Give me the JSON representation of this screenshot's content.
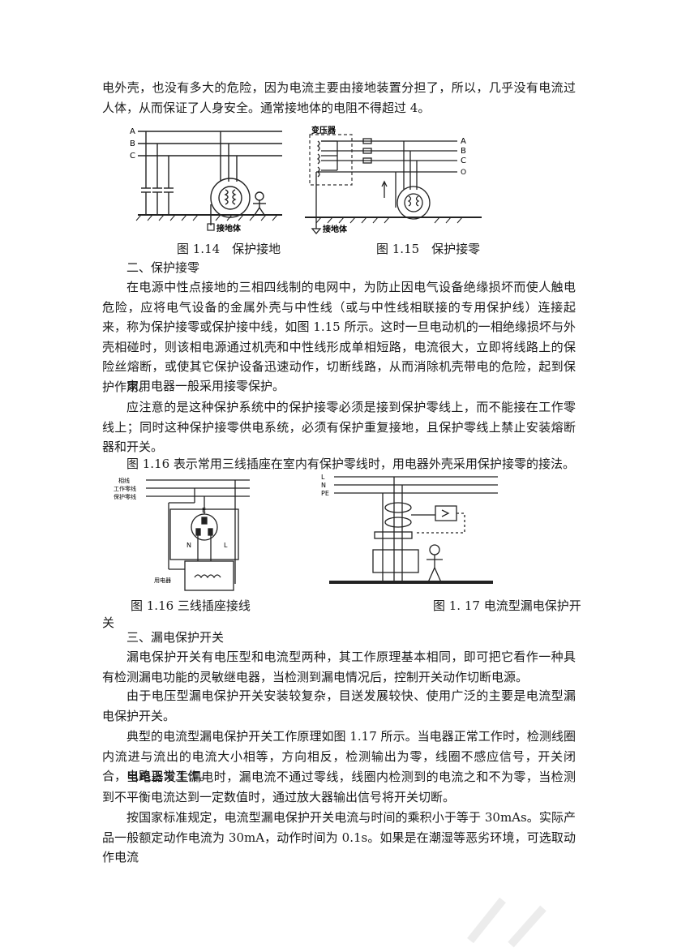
{
  "paragraphs": {
    "p1": "电外壳，也没有多大的危险，因为电流主要由接地装置分担了，所以，几乎没有电流过人体，从而保证了人身安全。通常接地体的电阻不得超过 4。",
    "heading2": "二、保护接零",
    "p2": "在电源中性点接地的三相四线制的电网中，为防止因电气设备绝缘损坏而使人触电危险，应将电气设备的金属外壳与中性线（或与中性线相联接的专用保护线）连接起来，称为保护接零或保护接中线，如图 1.15 所示。这时一旦电动机的一相绝缘损坏与外壳相碰时，则该相电源通过机壳和中性线形成单相短路，电流很大，立即将线路上的保险丝熔断，或使其它保护设备迅速动作，切断线路，从而消除机壳带电的危险，起到保护作用。",
    "p3": "家用电器一般采用接零保护。",
    "p4": "应注意的是这种保护系统中的保护接零必须是接到保护零线上，而不能接在工作零线上；同时这种保护接零供电系统，必须有保护重复接地，且保护零线上禁止安装熔断器和开关。",
    "p5": "图 1.16 表示常用三线插座在室内有保护零线时，用电器外壳采用保护接零的接法。",
    "heading3": "三、漏电保护开关",
    "p6": "漏电保护开关有电压型和电流型两种，其工作原理基本相同，即可把它看作一种具有检测漏电功能的灵敏继电器，当检测到漏电情况后，控制开关动作切断电源。",
    "p7": "由于电压型漏电保护开关安装较复杂，目送发展较快、使用广泛的主要是电流型漏电保护开关。",
    "p8": "典型的电流型漏电保护开关工作原理如图 1.17 所示。当电器正常工作时，检测线圈内流进与流出的电流大小相等，方向相反，检测输出为零，线圈不感应信号，开关闭合，电路正常工作。",
    "p9": "当电器发生漏电时，漏电流不通过零线，线圈内检测到的电流之和不为零，当检测到不平衡电流达到一定数值时，通过放大器输出信号将开关切断。",
    "p10": "按国家标准规定，电流型漏电保护开关电流与时间的乘积小于等于 30mAs。实际产品一般额定动作电流为 30mA，动作时间为 0.1s。如果是在潮湿等恶劣环境，可选取动作电流"
  },
  "captions": {
    "fig14": "图 1.14　保护接地",
    "fig15": "图 1.15　保护接零",
    "fig16": "图 1.16 三线插座接线",
    "fig17a": "图 1. 17 电流型漏电保护开",
    "fig17b": "关"
  },
  "fig14": {
    "line_a": "A",
    "line_b": "B",
    "line_c": "C",
    "ground": "接地体"
  },
  "fig15": {
    "transformer": "变压器",
    "line_a": "A",
    "line_b": "B",
    "line_c": "C",
    "line_o": "O",
    "ground": "接地体"
  },
  "fig16": {
    "live": "相线",
    "work_neutral": "工作零线",
    "protect_neutral": "保护零线",
    "e": "E",
    "n": "N",
    "l": "L",
    "appliance": "用电器"
  },
  "fig17": {
    "l": "L",
    "n": "N",
    "pe": "PE"
  }
}
